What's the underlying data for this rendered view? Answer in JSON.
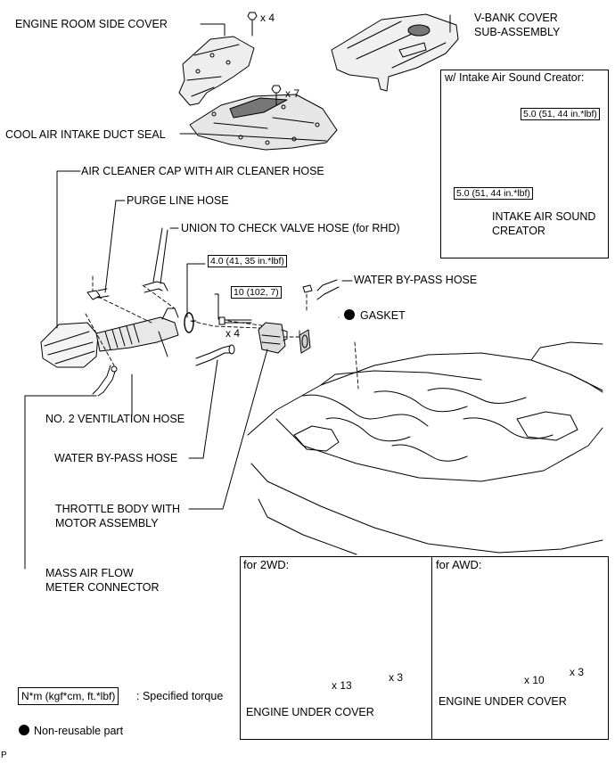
{
  "labels": {
    "engine_room_side_cover": "ENGINE ROOM SIDE COVER",
    "v_bank_cover_1": "V-BANK COVER",
    "v_bank_cover_2": "SUB-ASSEMBLY",
    "cool_air_intake_duct_seal": "COOL AIR INTAKE DUCT SEAL",
    "air_cleaner_cap": "AIR CLEANER CAP WITH AIR CLEANER HOSE",
    "purge_line_hose": "PURGE LINE HOSE",
    "union_to_check_valve_hose": "UNION TO CHECK VALVE HOSE (for RHD)",
    "water_bypass_hose_right": "WATER BY-PASS HOSE",
    "gasket": "GASKET",
    "no2_ventilation_hose": "NO. 2 VENTILATION HOSE",
    "water_bypass_hose_left": "WATER BY-PASS HOSE",
    "throttle_body_1": "THROTTLE BODY WITH",
    "throttle_body_2": "MOTOR ASSEMBLY",
    "mass_air_flow_1": "MASS AIR FLOW",
    "mass_air_flow_2": "METER CONNECTOR",
    "page_marker": "P"
  },
  "counts": {
    "side_cover_bolts": "x 4",
    "duct_seal_clips": "x 7",
    "throttle_bolts": "x 4"
  },
  "torques": {
    "hose_clamp": "4.0 (41, 35 in.*lbf)",
    "throttle_bolt": "10 (102, 7)"
  },
  "sound_creator_panel": {
    "title": "w/ Intake Air Sound Creator:",
    "torque_upper": "5.0 (51, 44 in.*lbf)",
    "torque_lower": "5.0 (51, 44 in.*lbf)",
    "part_1": "INTAKE AIR SOUND",
    "part_2": "CREATOR"
  },
  "under_cover_2wd": {
    "title": "for 2WD:",
    "count_a": "x 13",
    "count_b": "x 3",
    "part": "ENGINE UNDER COVER"
  },
  "under_cover_awd": {
    "title": "for AWD:",
    "count_a": "x 10",
    "count_b": "x 3",
    "part": "ENGINE UNDER COVER"
  },
  "legend": {
    "torque_unit": "N*m (kgf*cm, ft.*lbf)",
    "torque_desc": ": Specified torque",
    "nonreusable": "Non-reusable part"
  }
}
